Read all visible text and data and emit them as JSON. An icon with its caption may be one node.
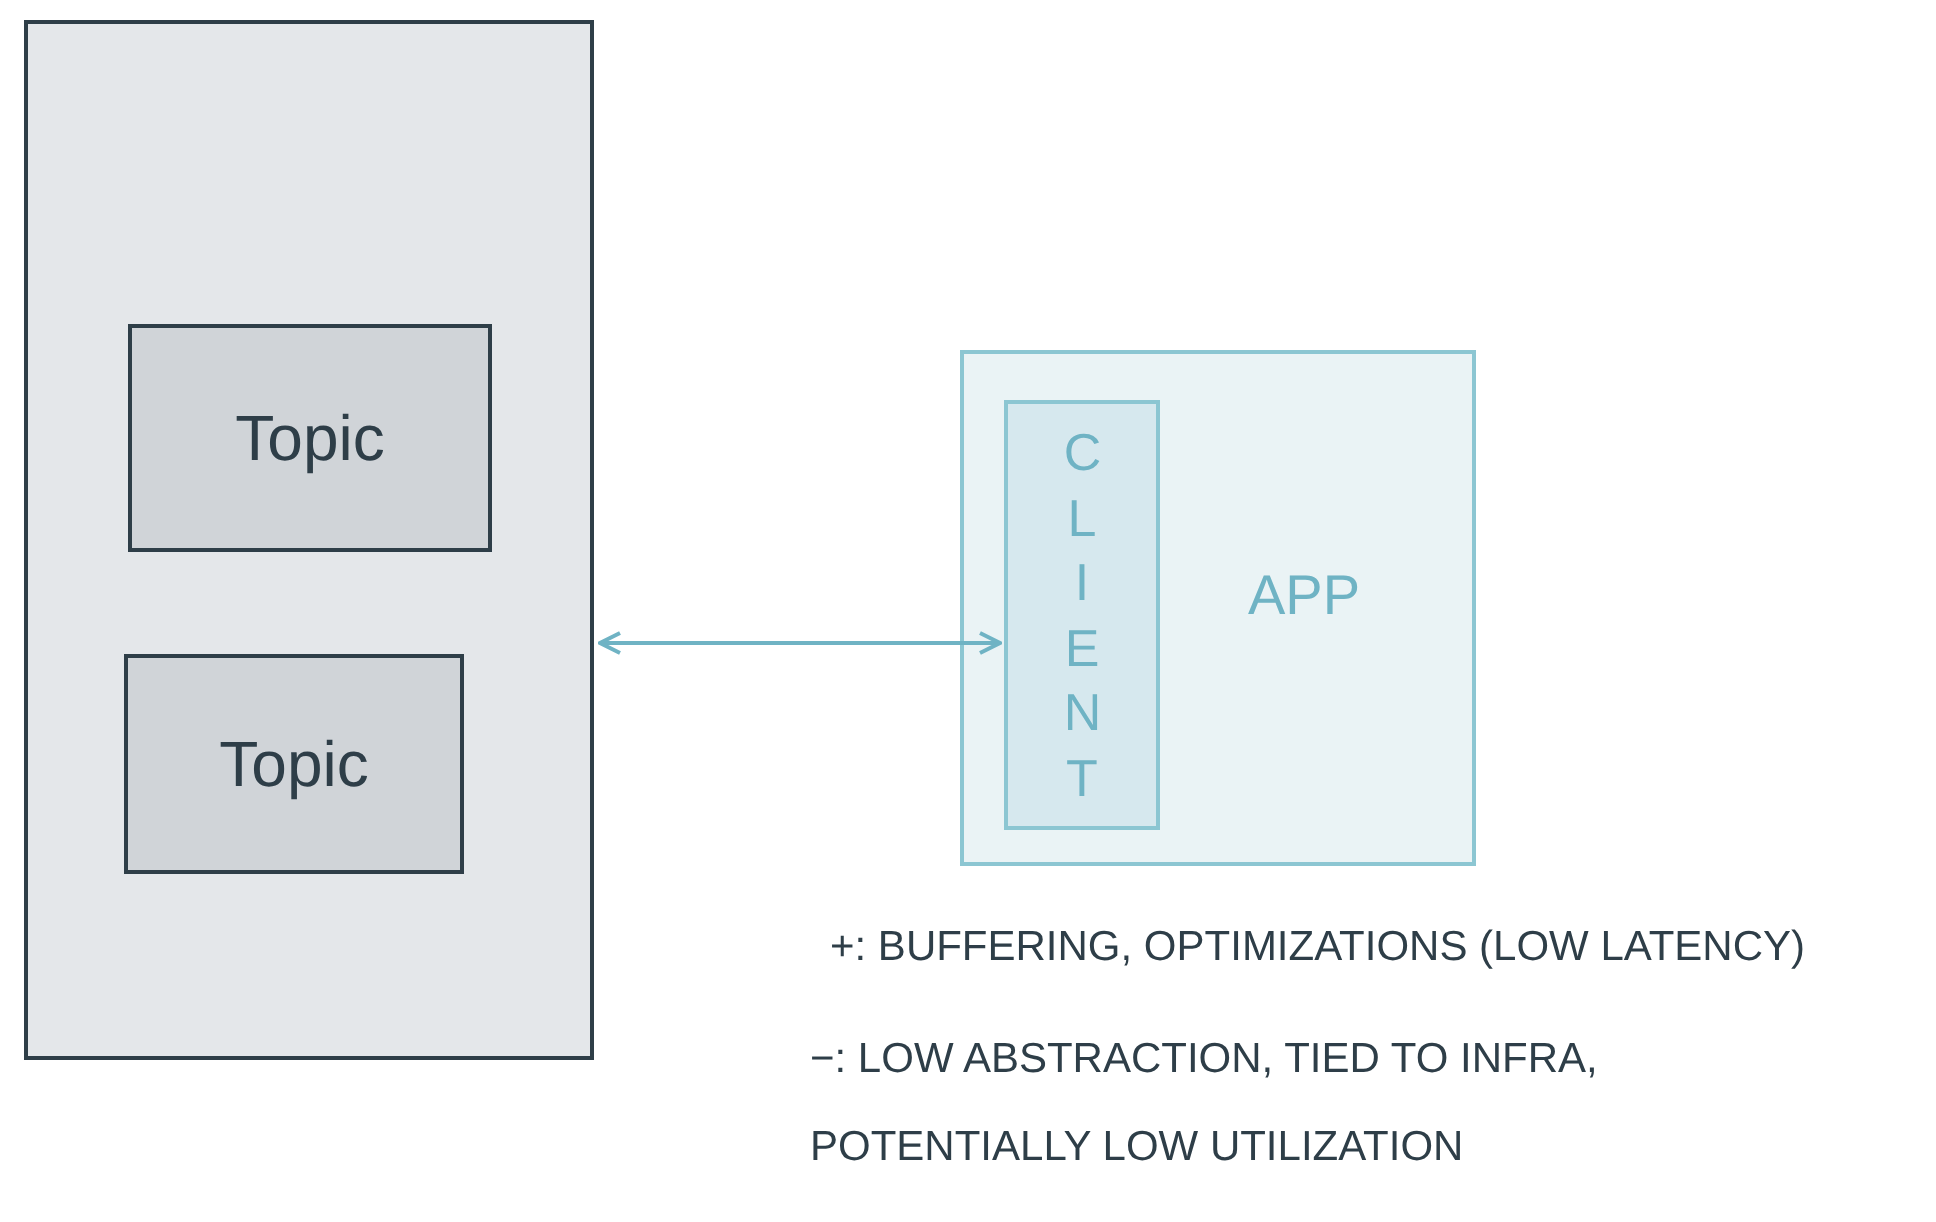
{
  "diagram": {
    "nodes": [
      {
        "text": [],
        "shape": "box"
      },
      {
        "text": [
          "Topic"
        ],
        "in": 0
      },
      {
        "text": [
          "Topic"
        ],
        "in": 0
      },
      {
        "text": [
          "APP"
        ]
      },
      {
        "text": [
          "CLIENT"
        ],
        "in": 3
      }
    ],
    "edges": [
      {
        "from": 0,
        "to": 4,
        "arrow": "both"
      }
    ],
    "labels": [
      "+: BUFFERING, OPTIMIZATIONS (LOW LATENCY)",
      "−: LOW ABSTRACTION, TIED TO INFRA, POTENTIALLY LOW UTILIZATION"
    ]
  }
}
